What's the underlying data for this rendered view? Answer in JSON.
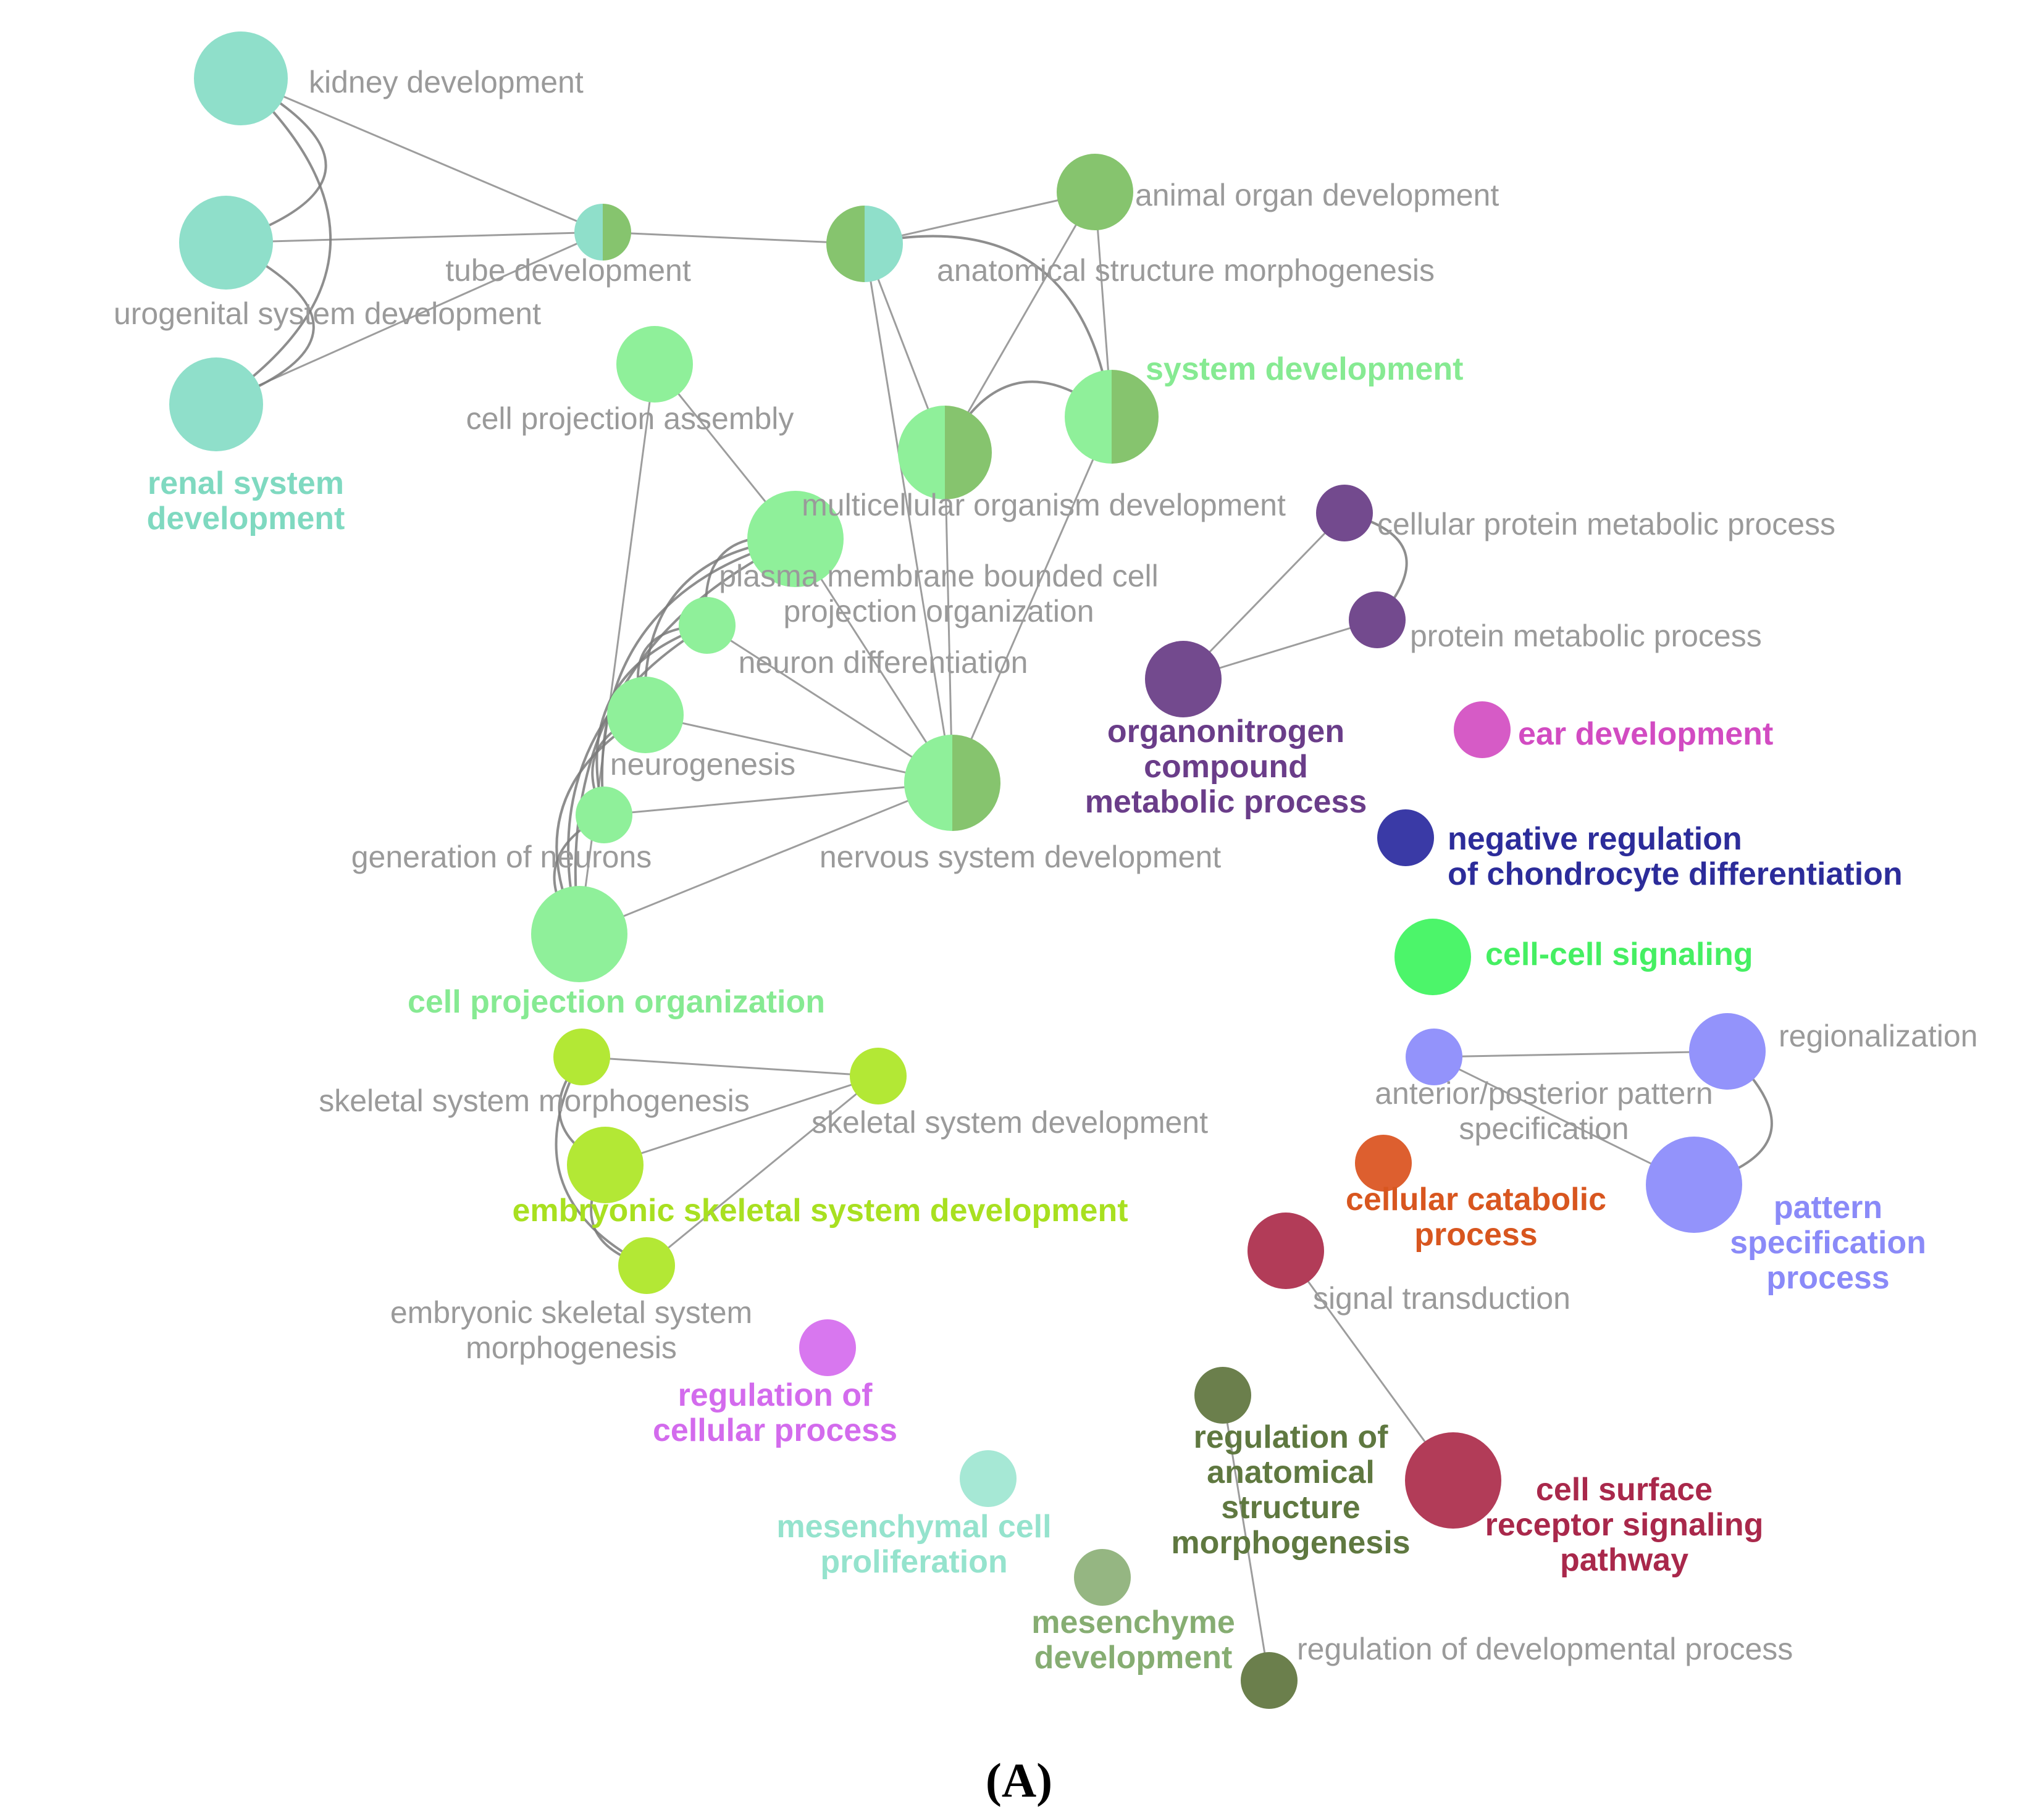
{
  "panel_label": "(A)",
  "groups": {
    "renal": {
      "color": "#8fdfca"
    },
    "system": {
      "color": "#86c46e"
    },
    "cellproj": {
      "color": "#8ff09a"
    },
    "organonitrogen": {
      "color": "#734a8e"
    },
    "ear": {
      "color": "#d65bc6"
    },
    "chondro": {
      "color": "#3a3aa6"
    },
    "cellcell": {
      "color": "#4cf56a"
    },
    "pattern": {
      "color": "#9393fb"
    },
    "catabolic": {
      "color": "#dd5f2f"
    },
    "signaling": {
      "color": "#b23c58"
    },
    "regcell": {
      "color": "#d877ef"
    },
    "skeletal": {
      "color": "#b3e835"
    },
    "anatomical": {
      "color": "#6b7f4c"
    },
    "mesprolif": {
      "color": "#a6e8d5"
    },
    "mesdev": {
      "color": "#95b682"
    }
  },
  "label_colors": {
    "renal": "#7fd9c0",
    "system": "#6cbb4f",
    "cellproj": "#86ea92",
    "organonitrogen": "#6a3d89",
    "ear": "#d24bc2",
    "chondro": "#2c2c9a",
    "cellcell": "#45ef62",
    "pattern": "#8a8af8",
    "catabolic": "#d8561f",
    "signaling": "#a9284b",
    "regcell": "#d36bed",
    "skeletal": "#a8e020",
    "anatomical": "#5f7840",
    "mesprolif": "#95e3cd",
    "mesdev": "#86ad72"
  },
  "nodes": [
    {
      "id": "kidney",
      "label": [
        "kidney development"
      ],
      "group": "renal",
      "lead": false
    },
    {
      "id": "urogenital",
      "label": [
        "urogenital system development"
      ],
      "group": "renal",
      "lead": false
    },
    {
      "id": "renal",
      "label": [
        "renal system",
        "development"
      ],
      "group": "renal",
      "lead": true
    },
    {
      "id": "tube",
      "label": [
        "tube development"
      ],
      "group": "renal",
      "group2": "system",
      "lead": false
    },
    {
      "id": "anatomical_morph",
      "label": [
        "anatomical structure morphogenesis"
      ],
      "group": "system",
      "group2": "renal",
      "lead": false
    },
    {
      "id": "animal_organ",
      "label": [
        "animal organ development"
      ],
      "group": "system",
      "lead": false
    },
    {
      "id": "system_dev",
      "label": [
        "system development"
      ],
      "group": "cellproj",
      "group2": "system",
      "lead": true
    },
    {
      "id": "multicellular",
      "label": [
        "multicellular organism development"
      ],
      "group": "cellproj",
      "group2": "system",
      "lead": false
    },
    {
      "id": "cell_proj_assembly",
      "label": [
        "cell projection assembly"
      ],
      "group": "cellproj",
      "lead": false
    },
    {
      "id": "plasma_membrane",
      "label": [
        "plasma membrane bounded cell",
        "projection organization"
      ],
      "group": "cellproj",
      "lead": false
    },
    {
      "id": "neuron_diff",
      "label": [
        "neuron differentiation"
      ],
      "group": "cellproj",
      "lead": false
    },
    {
      "id": "neurogenesis",
      "label": [
        "neurogenesis"
      ],
      "group": "cellproj",
      "lead": false
    },
    {
      "id": "gen_neurons",
      "label": [
        "generation of neurons"
      ],
      "group": "cellproj",
      "lead": false
    },
    {
      "id": "nervous",
      "label": [
        "nervous system development"
      ],
      "group": "cellproj",
      "group2": "system",
      "lead": false
    },
    {
      "id": "cell_proj_org",
      "label": [
        "cell projection organization"
      ],
      "group": "cellproj",
      "lead": true
    },
    {
      "id": "cell_protein_met",
      "label": [
        "cellular protein metabolic process"
      ],
      "group": "organonitrogen",
      "lead": false
    },
    {
      "id": "protein_met",
      "label": [
        "protein metabolic process"
      ],
      "group": "organonitrogen",
      "lead": false
    },
    {
      "id": "organonitrogen",
      "label": [
        "organonitrogen",
        "compound",
        "metabolic process"
      ],
      "group": "organonitrogen",
      "lead": true
    },
    {
      "id": "ear",
      "label": [
        "ear development"
      ],
      "group": "ear",
      "lead": true
    },
    {
      "id": "chondro",
      "label": [
        "negative regulation",
        "of chondrocyte differentiation"
      ],
      "group": "chondro",
      "lead": true
    },
    {
      "id": "cellcell",
      "label": [
        "cell-cell signaling"
      ],
      "group": "cellcell",
      "lead": true
    },
    {
      "id": "ap_pattern",
      "label": [
        "anterior/posterior pattern",
        "specification"
      ],
      "group": "pattern",
      "lead": false
    },
    {
      "id": "regionalization",
      "label": [
        "regionalization"
      ],
      "group": "pattern",
      "lead": false
    },
    {
      "id": "pattern_spec",
      "label": [
        "pattern",
        "specification",
        "process"
      ],
      "group": "pattern",
      "lead": true
    },
    {
      "id": "catabolic",
      "label": [
        "cellular catabolic",
        "process"
      ],
      "group": "catabolic",
      "lead": true
    },
    {
      "id": "signal_trans",
      "label": [
        "signal transduction"
      ],
      "group": "signaling",
      "lead": false
    },
    {
      "id": "cell_surface",
      "label": [
        "cell surface",
        "receptor signaling",
        "pathway"
      ],
      "group": "signaling",
      "lead": true
    },
    {
      "id": "skel_morph",
      "label": [
        "skeletal system morphogenesis"
      ],
      "group": "skeletal",
      "lead": false
    },
    {
      "id": "skel_dev",
      "label": [
        "skeletal system development"
      ],
      "group": "skeletal",
      "lead": false
    },
    {
      "id": "emb_skel_dev",
      "label": [
        "embryonic skeletal system development"
      ],
      "group": "skeletal",
      "lead": true
    },
    {
      "id": "emb_skel_morph",
      "label": [
        "embryonic skeletal system",
        "morphogenesis"
      ],
      "group": "skeletal",
      "lead": false
    },
    {
      "id": "reg_cellular",
      "label": [
        "regulation of",
        "cellular process"
      ],
      "group": "regcell",
      "lead": true
    },
    {
      "id": "mes_prolif",
      "label": [
        "mesenchymal cell",
        "proliferation"
      ],
      "group": "mesprolif",
      "lead": true
    },
    {
      "id": "reg_anatomical",
      "label": [
        "regulation of",
        "anatomical",
        "structure",
        "morphogenesis"
      ],
      "group": "anatomical",
      "lead": true
    },
    {
      "id": "mes_dev",
      "label": [
        "mesenchyme",
        "development"
      ],
      "group": "mesdev",
      "lead": true
    },
    {
      "id": "reg_dev_proc",
      "label": [
        "regulation of developmental process"
      ],
      "group": "anatomical",
      "lead": false
    }
  ],
  "edges": [
    [
      "kidney",
      "tube"
    ],
    [
      "urogenital",
      "tube"
    ],
    [
      "renal",
      "tube"
    ],
    [
      "kidney",
      "urogenital"
    ],
    [
      "kidney",
      "renal"
    ],
    [
      "urogenital",
      "renal"
    ],
    [
      "tube",
      "anatomical_morph"
    ],
    [
      "anatomical_morph",
      "animal_organ"
    ],
    [
      "anatomical_morph",
      "multicellular"
    ],
    [
      "anatomical_morph",
      "system_dev"
    ],
    [
      "anatomical_morph",
      "nervous"
    ],
    [
      "animal_organ",
      "system_dev"
    ],
    [
      "animal_organ",
      "multicellular"
    ],
    [
      "multicellular",
      "system_dev"
    ],
    [
      "multicellular",
      "nervous"
    ],
    [
      "system_dev",
      "nervous"
    ],
    [
      "cell_proj_assembly",
      "plasma_membrane"
    ],
    [
      "cell_proj_assembly",
      "cell_proj_org"
    ],
    [
      "plasma_membrane",
      "neuron_diff"
    ],
    [
      "plasma_membrane",
      "neurogenesis"
    ],
    [
      "plasma_membrane",
      "gen_neurons"
    ],
    [
      "plasma_membrane",
      "cell_proj_org"
    ],
    [
      "plasma_membrane",
      "nervous"
    ],
    [
      "neuron_diff",
      "neurogenesis"
    ],
    [
      "neuron_diff",
      "gen_neurons"
    ],
    [
      "neuron_diff",
      "cell_proj_org"
    ],
    [
      "neuron_diff",
      "nervous"
    ],
    [
      "neurogenesis",
      "gen_neurons"
    ],
    [
      "neurogenesis",
      "cell_proj_org"
    ],
    [
      "neurogenesis",
      "nervous"
    ],
    [
      "gen_neurons",
      "cell_proj_org"
    ],
    [
      "gen_neurons",
      "nervous"
    ],
    [
      "cell_proj_org",
      "nervous"
    ],
    [
      "cell_protein_met",
      "organonitrogen"
    ],
    [
      "protein_met",
      "organonitrogen"
    ],
    [
      "cell_protein_met",
      "protein_met"
    ],
    [
      "ap_pattern",
      "regionalization"
    ],
    [
      "ap_pattern",
      "pattern_spec"
    ],
    [
      "regionalization",
      "pattern_spec"
    ],
    [
      "signal_trans",
      "cell_surface"
    ],
    [
      "skel_morph",
      "skel_dev"
    ],
    [
      "skel_morph",
      "emb_skel_dev"
    ],
    [
      "skel_morph",
      "emb_skel_morph"
    ],
    [
      "skel_dev",
      "emb_skel_dev"
    ],
    [
      "skel_dev",
      "emb_skel_morph"
    ],
    [
      "emb_skel_dev",
      "emb_skel_morph"
    ],
    [
      "reg_anatomical",
      "reg_dev_proc"
    ]
  ]
}
